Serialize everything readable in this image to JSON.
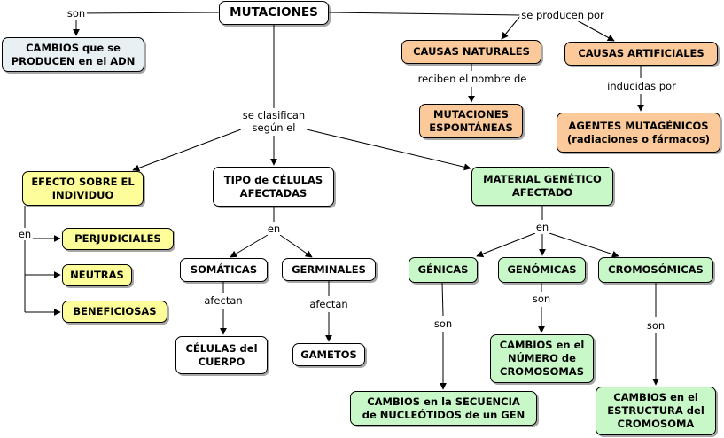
{
  "colors": {
    "white": "#ffffff",
    "blue": "#e8f0f4",
    "orange": "#fbc99a",
    "yellow": "#fdfd99",
    "green": "#c8f7c8",
    "line": "#000000"
  },
  "concepts": {
    "mutaciones": "MUTACIONES",
    "cambios_adn": "CAMBIOS que se\nPRODUCEN en el ADN",
    "causas_naturales": "CAUSAS NATURALES",
    "causas_artificiales": "CAUSAS ARTIFICIALES",
    "mutaciones_espontaneas": "MUTACIONES\nESPONTÁNEAS",
    "agentes_mutagenicos": "AGENTES MUTAGÉNICOS\n(radiaciones o fármacos)",
    "efecto_individuo": "EFECTO SOBRE EL\nINDIVIDUO",
    "tipo_celulas": "TIPO de CÉLULAS\nAFECTADAS",
    "material_genetico": "MATERIAL GENÉTICO\nAFECTADO",
    "perjudiciales": "PERJUDICIALES",
    "neutras": "NEUTRAS",
    "beneficiosas": "BENEFICIOSAS",
    "somaticas": "SOMÁTICAS",
    "germinales": "GERMINALES",
    "celulas_cuerpo": "CÉLULAS del\nCUERPO",
    "gametos": "GAMETOS",
    "genicas": "GÉNICAS",
    "genomicas": "GENÓMICAS",
    "cromosomicas": "CROMOSÓMICAS",
    "cambios_secuencia": "CAMBIOS en la SECUENCIA\nde NUCLEÓTIDOS de un GEN",
    "cambios_numero": "CAMBIOS en el\nNÚMERO de\nCROMOSOMAS",
    "cambios_estructura": "CAMBIOS en el\nESTRUCTURA del\nCROMOSOMA"
  },
  "link_labels": {
    "son_top": "son",
    "se_producen_por": "se producen por",
    "reciben_nombre": "reciben el nombre de",
    "inducidas_por": "inducidas por",
    "se_clasifican": "se clasifican\nsegún el",
    "en_efecto": "en",
    "en_tipo": "en",
    "en_material": "en",
    "afectan_somaticas": "afectan",
    "afectan_germinales": "afectan",
    "son_genicas": "son",
    "son_genomicas": "son",
    "son_cromosomicas": "son"
  }
}
